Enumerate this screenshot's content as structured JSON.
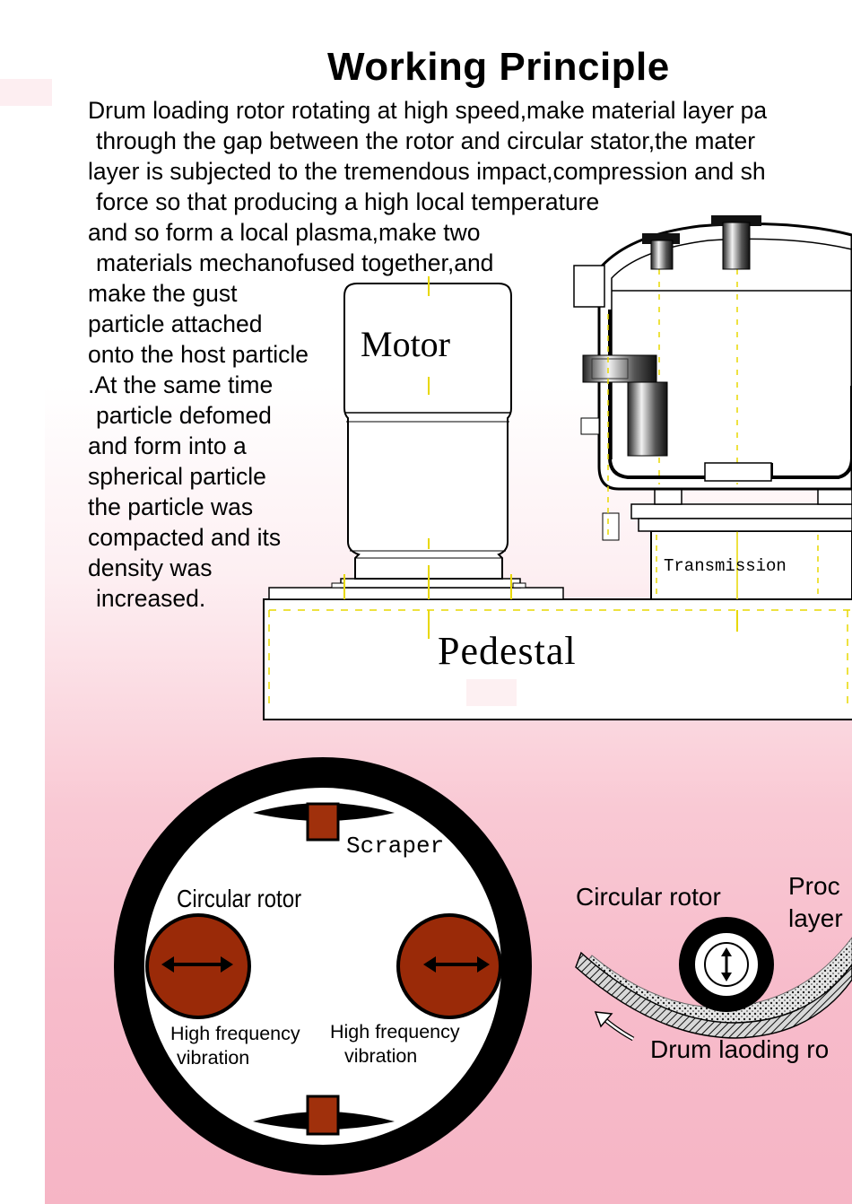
{
  "title": "Working Principle",
  "description_lines": [
    "Drum loading rotor rotating at high speed,make material layer pa",
    " through  the gap between the rotor and circular stator,the mater",
    "layer is subjected to the tremendous impact,compression and sh",
    " force so that producing a high local temperature",
    "and so form a local plasma,make two",
    " materials mechanofused together,and",
    "make  the gust",
    "particle attached",
    "onto the host particle",
    ".At the  same time",
    " particle  defomed",
    "and form into a",
    "spherical particle",
    "the  particle was",
    "compacted and its",
    "density was",
    " increased."
  ],
  "machine_diagram": {
    "motor_label": "Motor",
    "transmission_label": "Transmission",
    "pedestal_label": "Pedestal"
  },
  "rotor_diagram": {
    "scraper_label": "Scraper",
    "circular_rotor_label": "Circular rotor",
    "vibration_left_line1": "High frequency",
    "vibration_left_line2": "vibration",
    "vibration_right_line1": "High frequency",
    "vibration_right_line2": "vibration"
  },
  "gap_diagram": {
    "circular_rotor_label": "Circular rotor",
    "process_layer_line1": "Proc",
    "process_layer_line2": "layer",
    "drum_label": "Drum laoding ro"
  },
  "colors": {
    "rotor_fill": "#9a2a08",
    "scraper_fill": "#a0300c",
    "guide_yellow": "#e8d800",
    "background_pink": "#f7bccb"
  }
}
